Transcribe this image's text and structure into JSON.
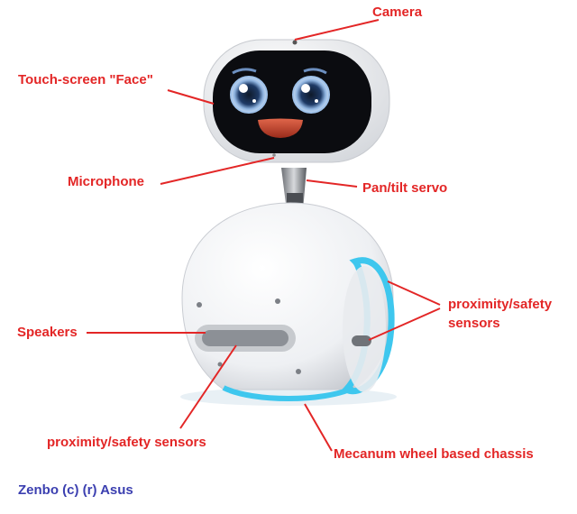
{
  "colors": {
    "label": "#e32626",
    "leader": "#e32626",
    "credit": "#3b3fb0",
    "body": "#f2f3f5",
    "accent": "#3ec7ee",
    "screen": "#0b0c10",
    "eyes": "#7fa8d8",
    "mouth": "#c84a2e"
  },
  "labels": {
    "camera": "Camera",
    "face": "Touch-screen \"Face\"",
    "microphone": "Microphone",
    "pan_tilt": "Pan/tilt servo",
    "prox_right_1": "proximity/safety",
    "prox_right_2": "sensors",
    "speakers": "Speakers",
    "prox_bottom": "proximity/safety sensors",
    "chassis": "Mecanum wheel based chassis"
  },
  "credit": "Zenbo (c) (r) Asus"
}
